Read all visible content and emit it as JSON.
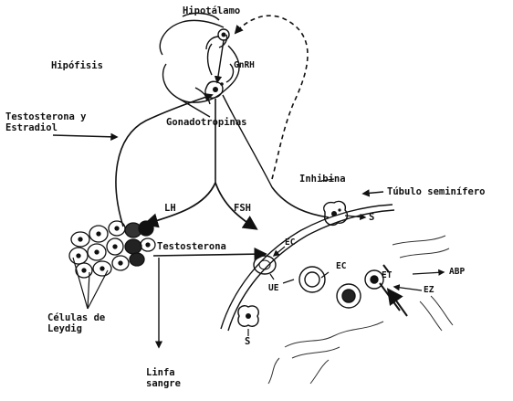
{
  "labels": {
    "hipotalamo": "Hipotálamo",
    "hipofisis": "Hipófisis",
    "gnrh": "GnRH",
    "testosterona_estradiol": "Testosterona y\nEstradiol",
    "gonadotropinas": "Gonadotropinas",
    "inhibina": "Inhibina",
    "tubulo": "Túbulo seminífero",
    "lh": "LH",
    "fsh": "FSH",
    "testosterona": "Testosterona",
    "s_top": "S",
    "s_bottom": "S",
    "ec_left": "EC",
    "ec_right": "EC",
    "ue": "UE",
    "et": "ET",
    "abp": "ABP",
    "ez": "EZ",
    "celulas_leydig": "Células de\nLeydig",
    "linfa_sangre": "Linfa\nsangre"
  }
}
